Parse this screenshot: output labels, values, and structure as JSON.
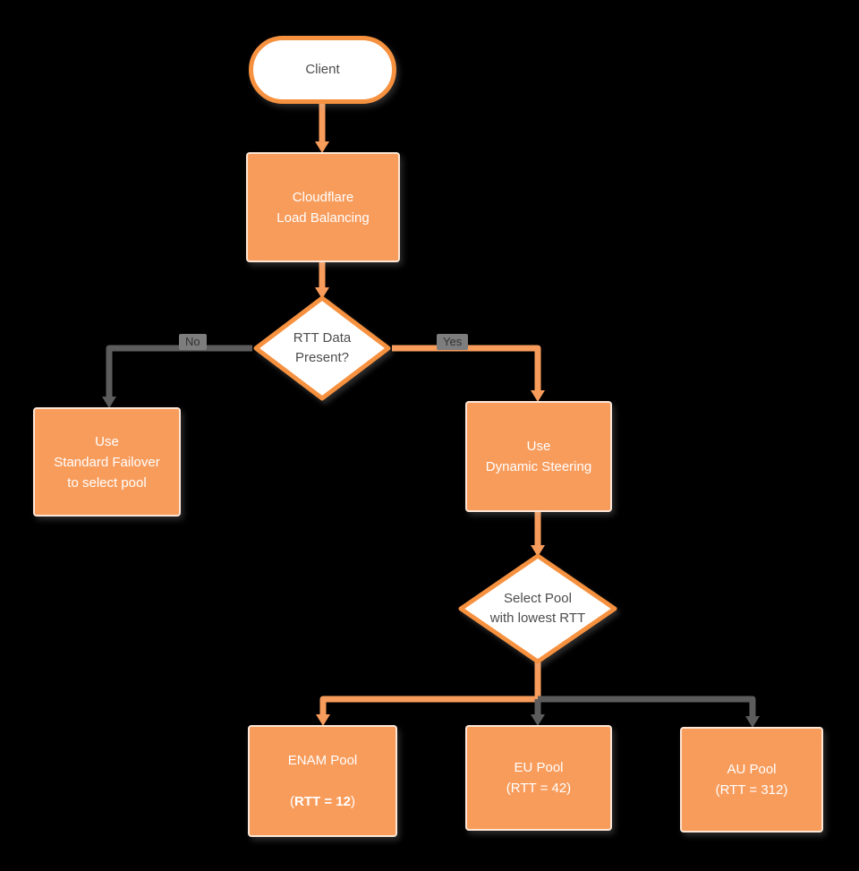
{
  "colors": {
    "orange": "#F89C5C",
    "orange_border": "#F6913F",
    "gray_line": "#5C5C5C",
    "white": "#FFFFFF",
    "dark_text": "#4D4D4D",
    "page_bg": "#000000"
  },
  "nodes": {
    "client": {
      "label": "Client"
    },
    "load_balancer": {
      "label": "Cloudflare\nLoad Balancing"
    },
    "rtt_decision": {
      "label": "RTT Data\nPresent?"
    },
    "standard_failover": {
      "label": "Use\nStandard Failover\nto select pool"
    },
    "dynamic_steering": {
      "label": "Use\nDynamic Steering"
    },
    "select_pool": {
      "label": "Select Pool\nwith lowest RTT"
    },
    "enam_pool": {
      "line1": "ENAM Pool",
      "line2_prefix": "(",
      "line2_bold": "RTT = 12",
      "line2_suffix": ")"
    },
    "eu_pool": {
      "label": "EU Pool\n(RTT = 42)"
    },
    "au_pool": {
      "label": "AU Pool\n(RTT = 312)"
    }
  },
  "edges": {
    "no_label": "No",
    "yes_label": "Yes"
  }
}
